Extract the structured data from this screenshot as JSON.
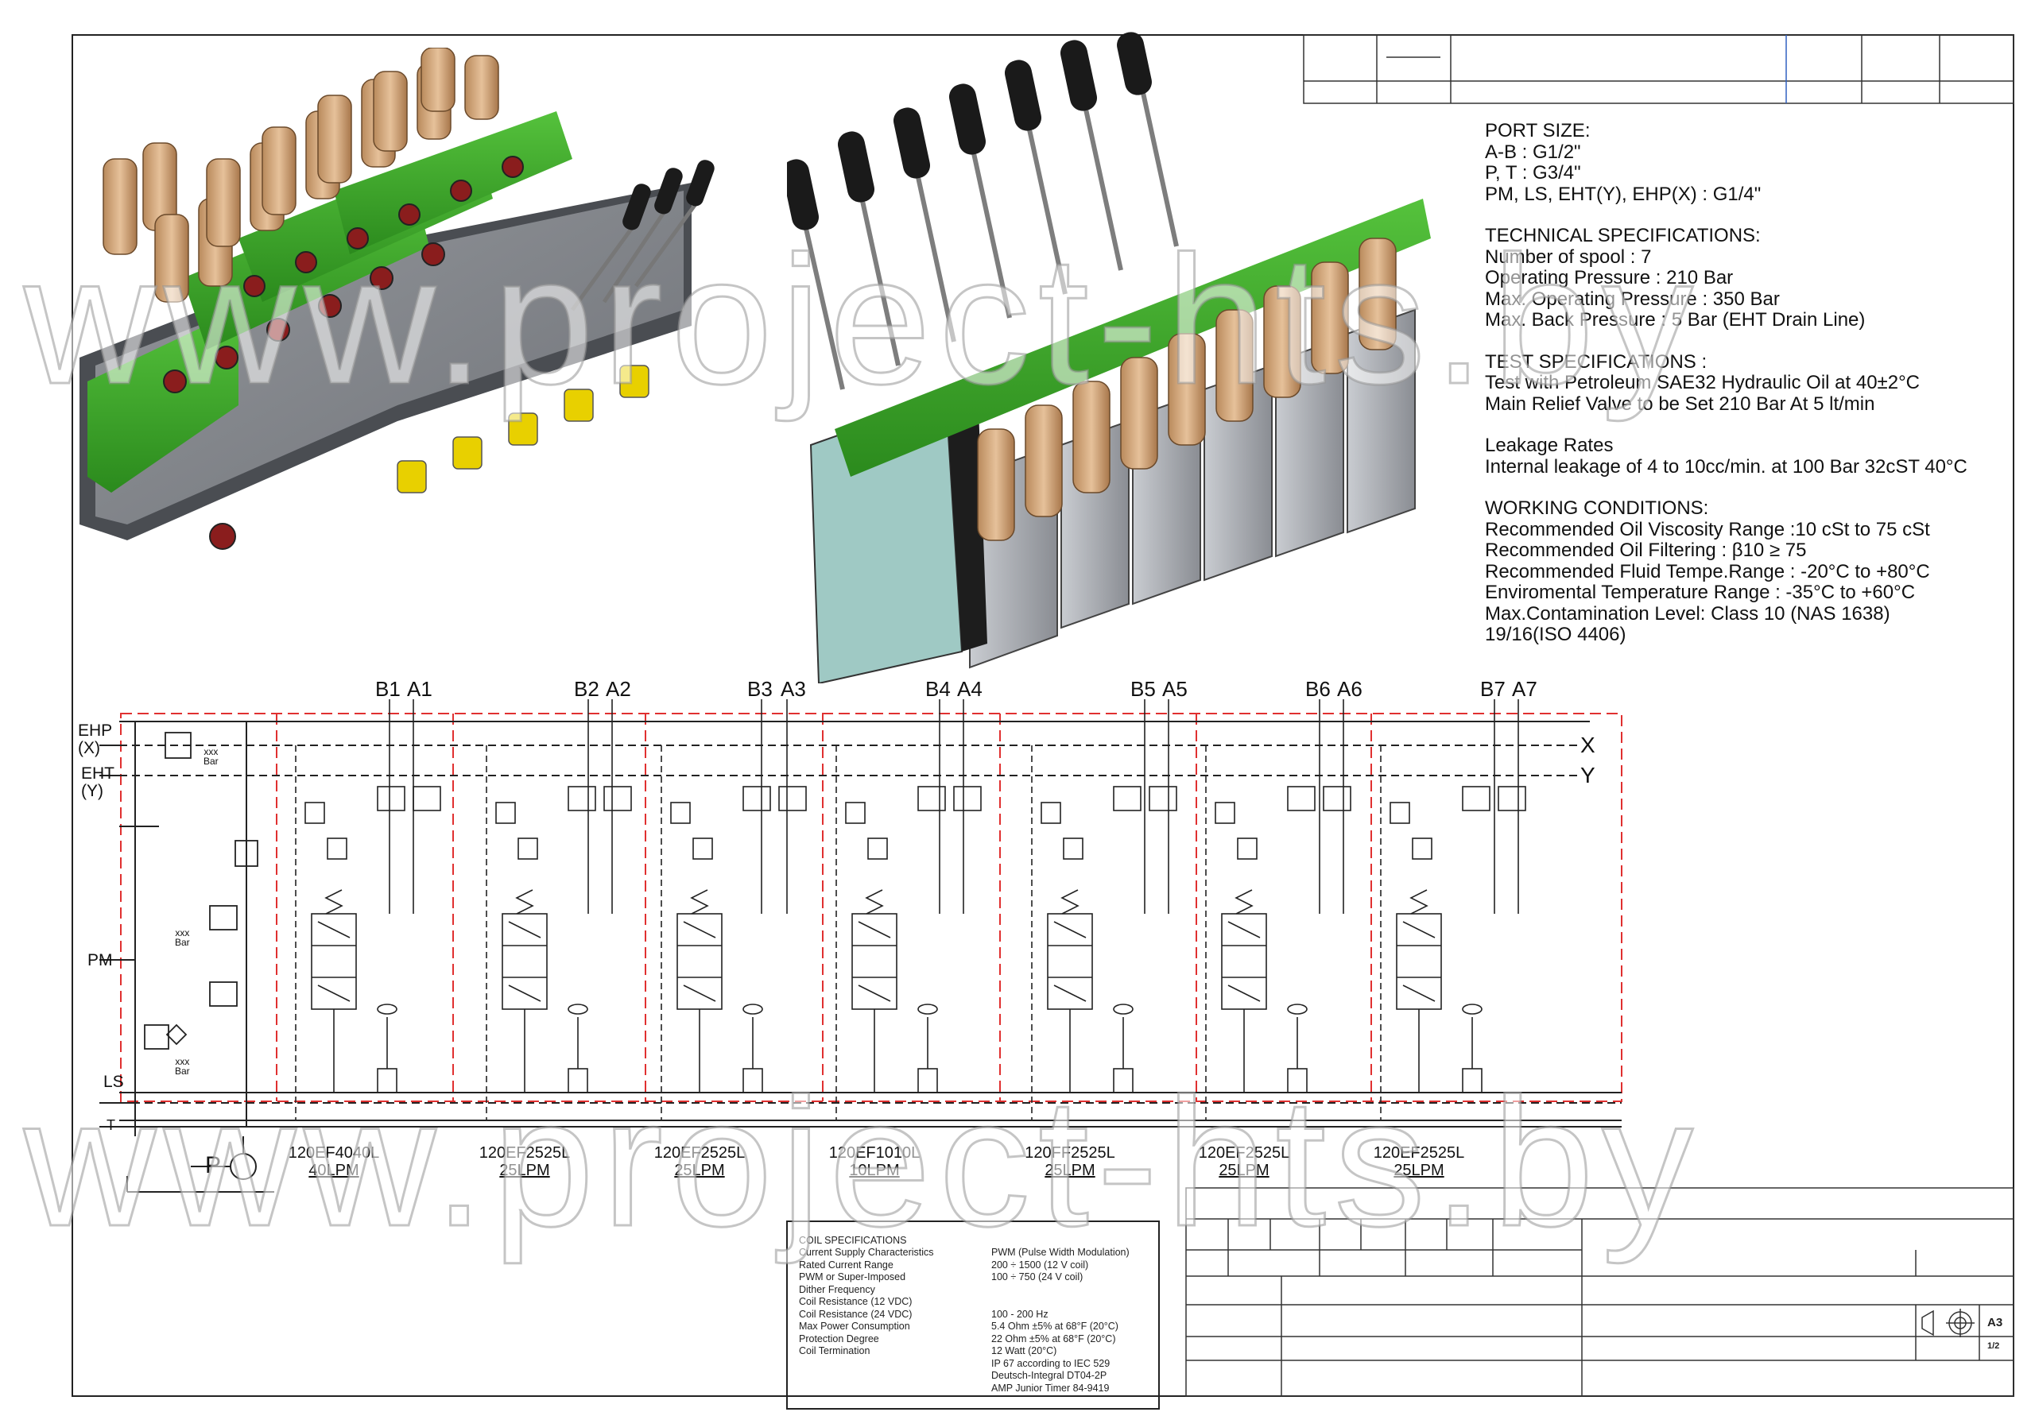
{
  "specs": {
    "port_size": {
      "heading": "PORT SIZE:",
      "lines": [
        "A-B : G1/2\"",
        "P, T : G3/4\"",
        "PM, LS, EHT(Y), EHP(X) : G1/4\""
      ]
    },
    "technical": {
      "heading": "TECHNICAL SPECIFICATIONS:",
      "lines": [
        "Number of spool : 7",
        "Operating Pressure : 210 Bar",
        "Max. Operating Pressure : 350 Bar",
        "Max. Back Pressure : 5 Bar (EHT Drain Line)"
      ]
    },
    "test": {
      "heading": "TEST SPECIFICATIONS :",
      "lines": [
        "Test with Petroleum SAE32 Hydraulic Oil at 40±2°C",
        "Main Relief Valve to be Set 210 Bar At 5 lt/min"
      ]
    },
    "leakage": {
      "heading": "Leakage Rates",
      "lines": [
        "Internal leakage of 4 to 10cc/min. at 100 Bar 32cST 40°C"
      ]
    },
    "working": {
      "heading": "WORKING CONDITIONS:",
      "lines": [
        "Recommended Oil Viscosity Range :10 cSt to 75 cSt",
        "Recommended Oil Filtering : β10 ≥ 75",
        "Recommended Fluid Tempe.Range : -20°C to +80°C",
        "Enviromental Temperature Range : -35°C to +60°C",
        "Max.Contamination Level: Class 10 (NAS 1638)",
        "19/16(ISO 4406)"
      ]
    }
  },
  "coil": {
    "title": "COIL SPECIFICATIONS",
    "labels": [
      "Current Supply Characteristics",
      "Rated Current Range",
      "",
      "",
      "PWM or Super-Imposed",
      "Dither Frequency",
      "Coil Resistance (12 VDC)",
      "Coil Resistance (24 VDC)",
      "Max Power Consumption",
      "Protection Degree",
      "Coil Termination",
      ""
    ],
    "values": [
      "PWM (Pulse Width Modulation)",
      "200 ÷ 1500 (12 V coil)",
      "100 ÷ 750 (24 V coil)",
      "",
      "",
      "100 - 200 Hz",
      "5.4 Ohm ±5% at 68°F (20°C)",
      "22 Ohm ±5% at 68°F (20°C)",
      "12 Watt (20°C)",
      "IP 67 according to IEC 529",
      "Deutsch-Integral DT04-2P",
      "AMP Junior Timer 84-9419"
    ]
  },
  "schematic": {
    "ports_left": {
      "ehp": "EHP",
      "x_paren": "(X)",
      "eht": "EHT",
      "y_paren": "(Y)",
      "pm": "PM",
      "ls": "LS",
      "t": "T",
      "p": "P"
    },
    "ports_right": {
      "x": "X",
      "y": "Y"
    },
    "bar_label": "Bar",
    "xxx_label": "xxx",
    "sections": [
      {
        "b": "B1",
        "a": "A1",
        "code": "120EF4040L",
        "flow": "40LPM"
      },
      {
        "b": "B2",
        "a": "A2",
        "code": "120EF2525L",
        "flow": "25LPM"
      },
      {
        "b": "B3",
        "a": "A3",
        "code": "120EF2525L",
        "flow": "25LPM"
      },
      {
        "b": "B4",
        "a": "A4",
        "code": "120EF1010L",
        "flow": "10LPM"
      },
      {
        "b": "B5",
        "a": "A5",
        "code": "120FF2525L",
        "flow": "25LPM"
      },
      {
        "b": "B6",
        "a": "A6",
        "code": "120EF2525L",
        "flow": "25LPM"
      },
      {
        "b": "B7",
        "a": "A7",
        "code": "120EF2525L",
        "flow": "25LPM"
      }
    ]
  },
  "title_block": {
    "sheet_size": "A3",
    "sheet_number": "1/2"
  },
  "watermark": "www.project-hts.by",
  "colors": {
    "valve_green": "#3fae2a",
    "coil_tan": "#d6a97c",
    "steel": "#b9bcc2",
    "end_cover": "#9fc9c4",
    "red_boundary": "#e03030"
  }
}
